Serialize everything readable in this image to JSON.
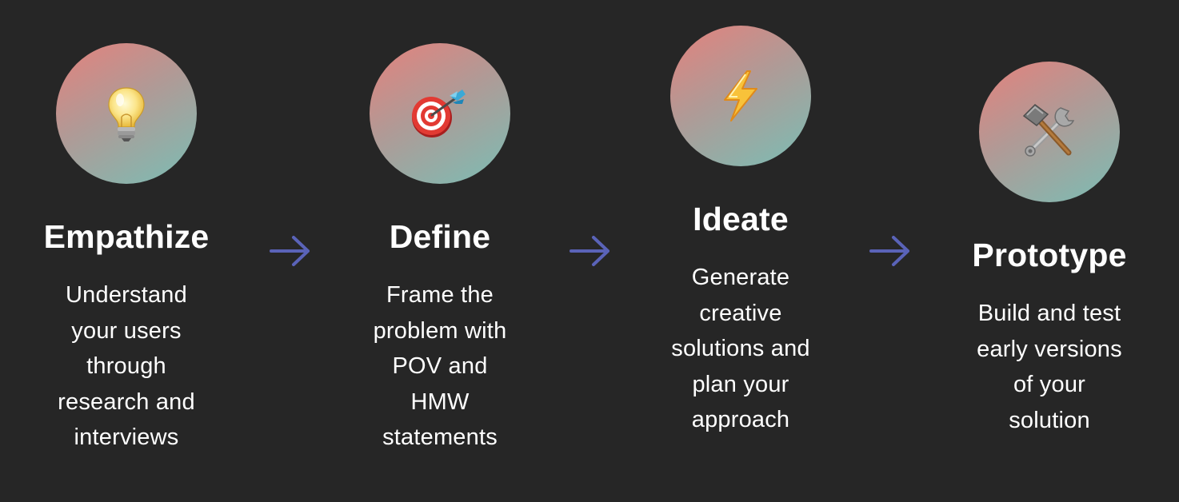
{
  "stages": [
    {
      "title": "Empathize",
      "description": "Understand your users through research and interviews",
      "icon": "lightbulb-icon"
    },
    {
      "title": "Define",
      "description": "Frame the problem with POV and HMW statements",
      "icon": "target-dart-icon"
    },
    {
      "title": "Ideate",
      "description": "Generate creative solutions and plan your approach",
      "icon": "lightning-bolt-icon"
    },
    {
      "title": "Prototype",
      "description": "Build and test early versions of your solution",
      "icon": "hammer-wrench-icon"
    }
  ],
  "colors": {
    "background": "#262626",
    "circle_gradient_start": "#e5817c",
    "circle_gradient_end": "#7bbdb4",
    "arrow": "#5a63b8",
    "text": "#ffffff"
  }
}
